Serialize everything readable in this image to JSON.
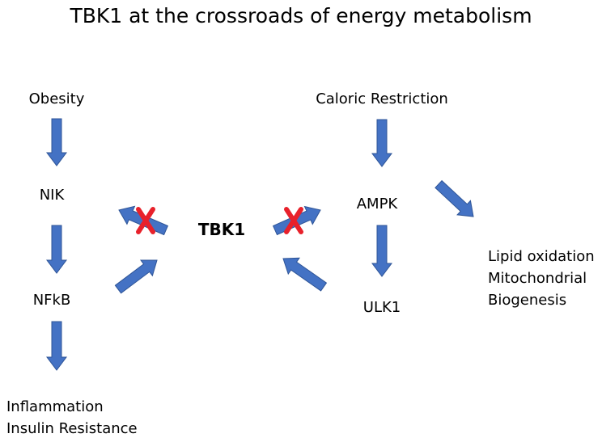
{
  "title": "TBK1 at the crossroads of energy metabolism",
  "nodes": {
    "obesity": "Obesity",
    "nik": "NIK",
    "nfkb": "NFkB",
    "inflammation": "Inflammation",
    "insulin_resistance": "Insulin Resistance",
    "tbk1": "TBK1",
    "caloric_restriction": "Caloric Restriction",
    "ampk": "AMPK",
    "ulk1": "ULK1",
    "lipid_oxidation": "Lipid oxidation",
    "mitochondrial": "Mitochondrial",
    "biogenesis": "Biogenesis"
  },
  "colors": {
    "arrow": "#4472C4",
    "arrow_edge": "#2F5597",
    "inhibition_mark": "#E8212B"
  }
}
